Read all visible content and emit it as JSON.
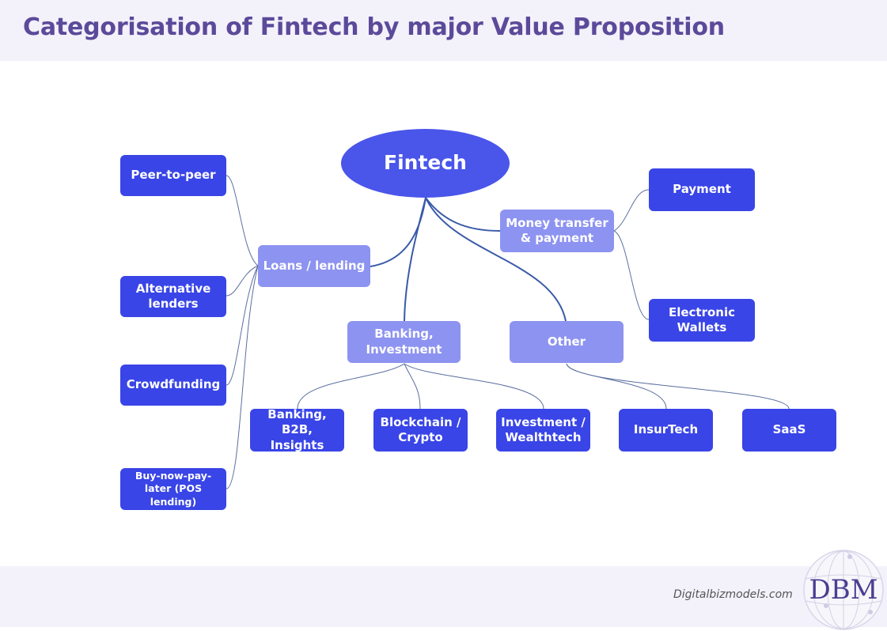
{
  "header": {
    "title": "Categorisation of Fintech by major Value Proposition"
  },
  "diagram": {
    "root": "Fintech",
    "categories": {
      "loans": "Loans / lending",
      "money": "Money transfer & payment",
      "banking": "Banking, Investment",
      "other": "Other"
    },
    "leaves": {
      "p2p": "Peer-to-peer",
      "alt_lenders": "Alternative lenders",
      "crowdfunding": "Crowdfunding",
      "bnpl": "Buy-now-pay-later (POS lending)",
      "payment": "Payment",
      "wallets": "Electronic Wallets",
      "banking_b2b": "Banking, B2B, Insights",
      "blockchain": "Blockchain / Crypto",
      "investment": "Investment / Wealthtech",
      "insurtech": "InsurTech",
      "saas": "SaaS"
    },
    "colors": {
      "leaf": "#3945e6",
      "category": "#8d93f0",
      "root": "#4a55ea",
      "link": "#3a5ba8"
    }
  },
  "footer": {
    "site": "Digitalbizmodels.com",
    "logo_text": "DBM"
  }
}
